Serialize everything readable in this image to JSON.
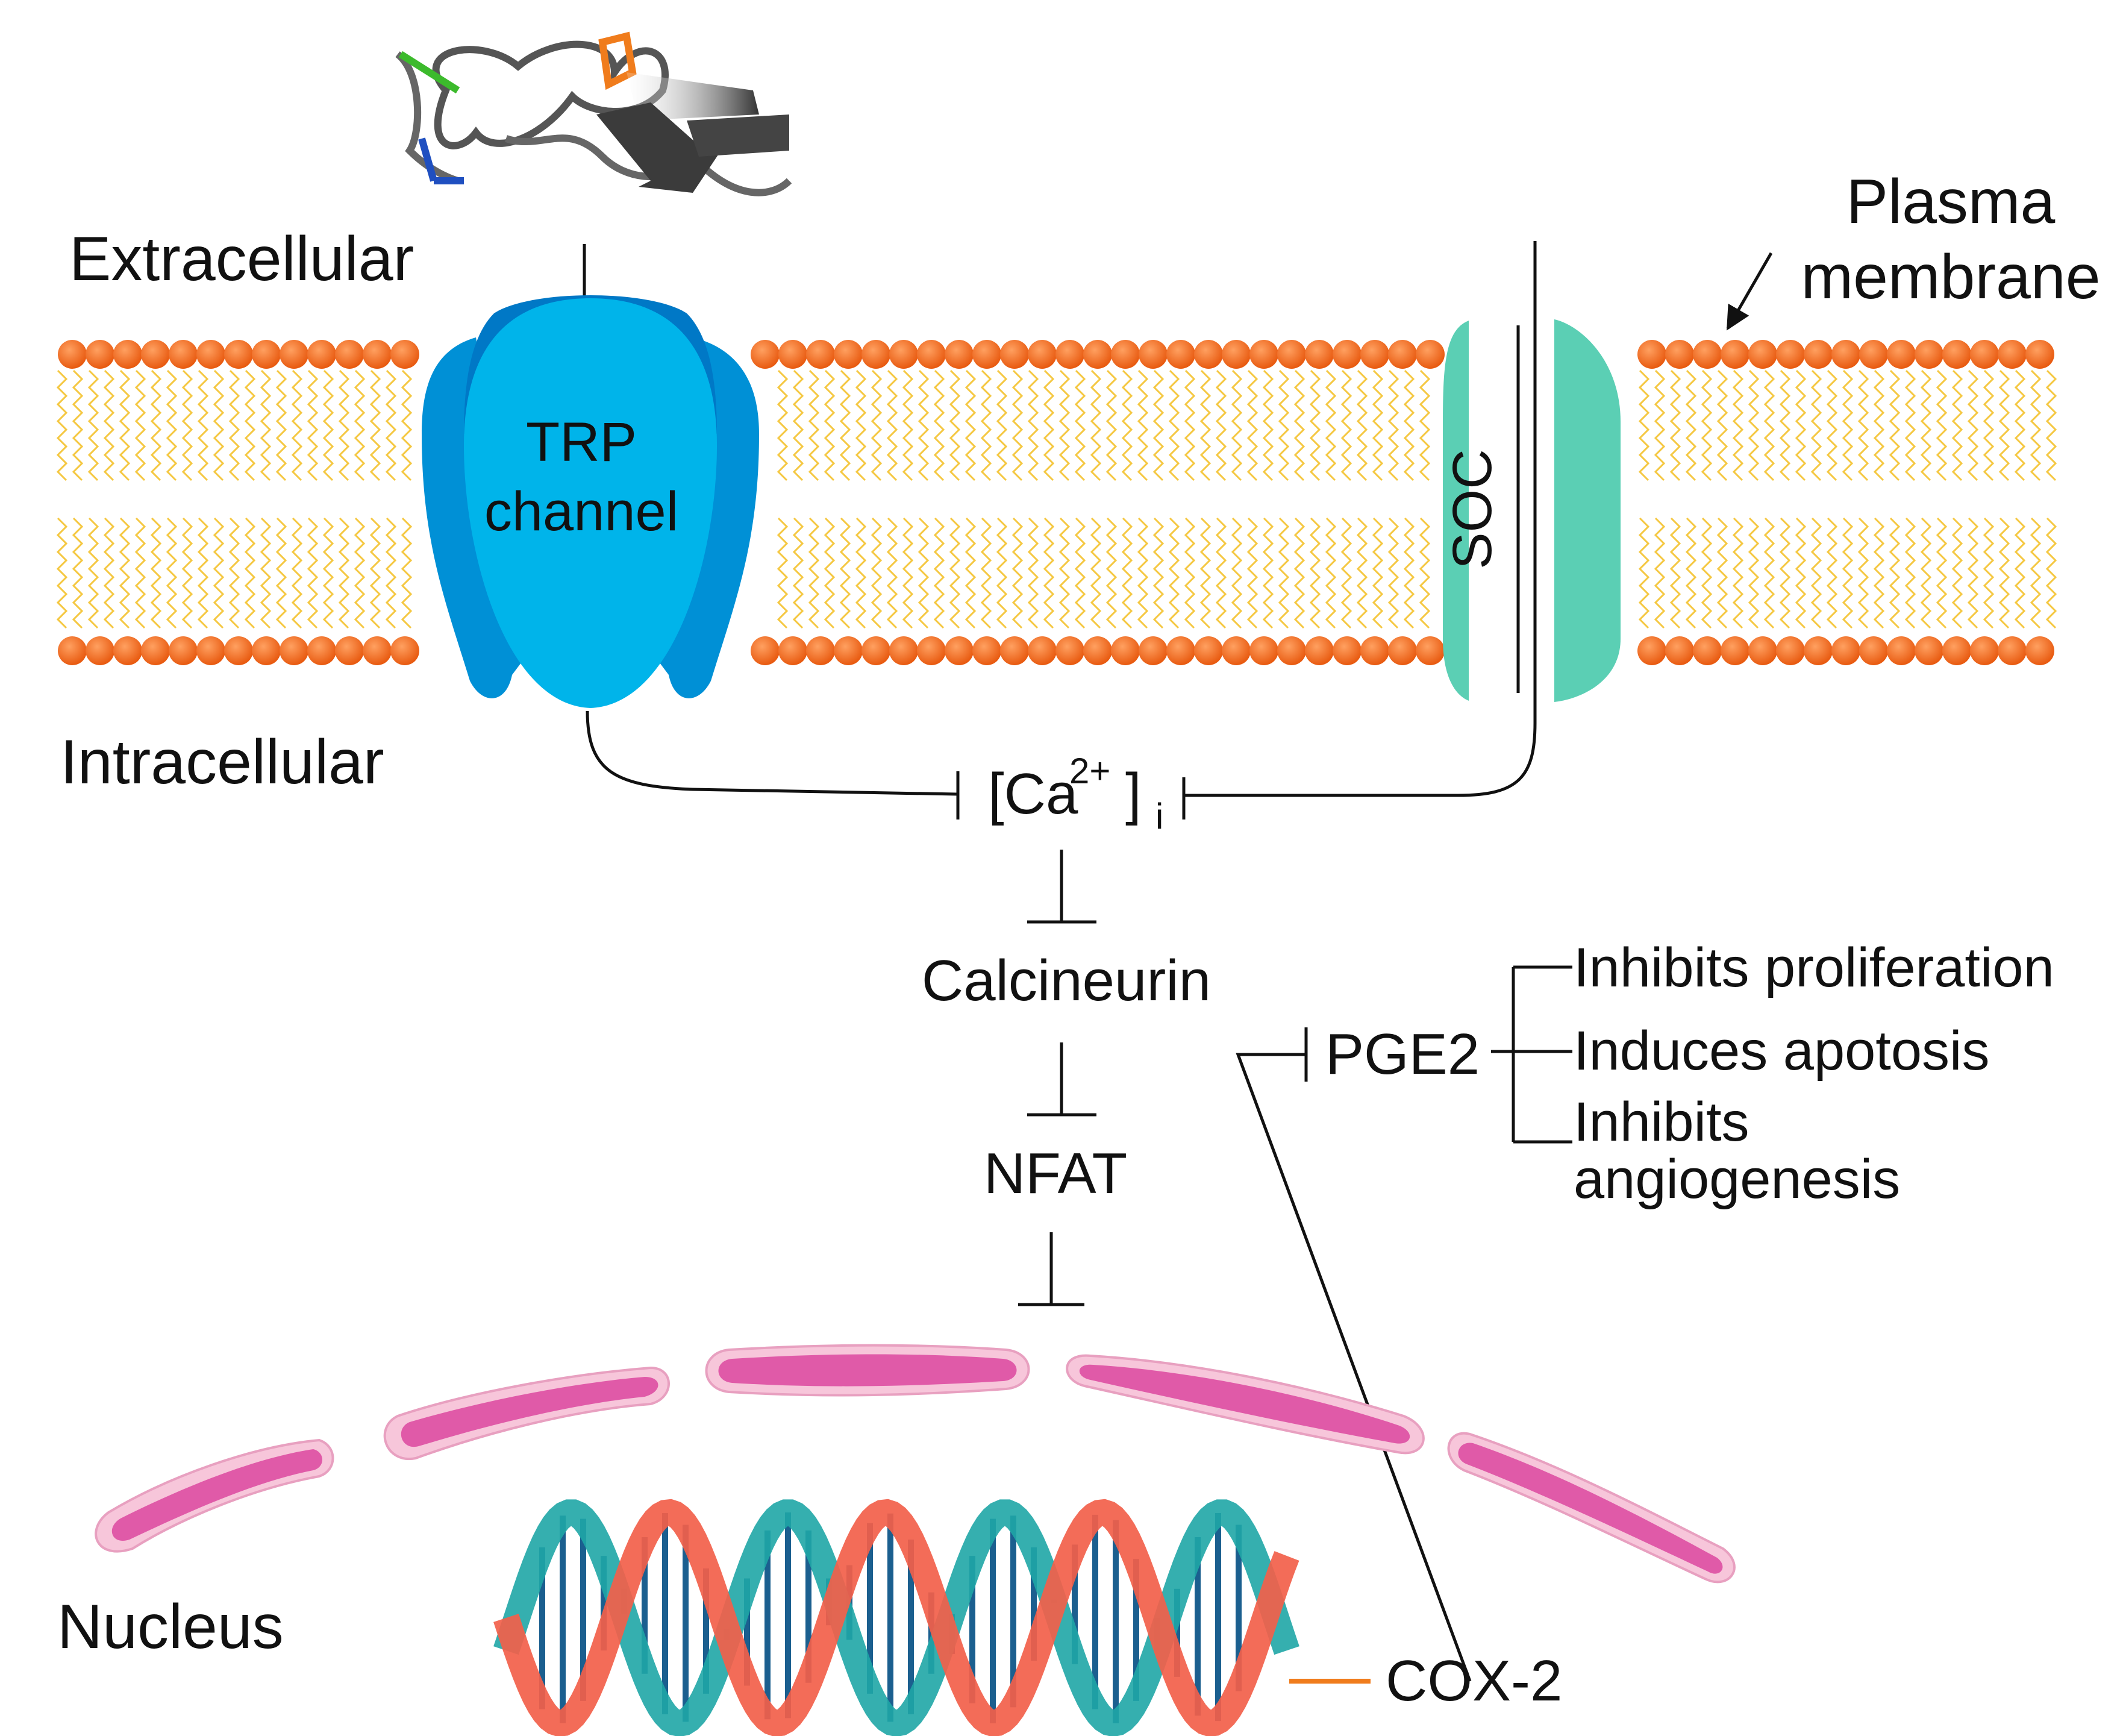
{
  "labels": {
    "extracellular": "Extracellular",
    "intracellular": "Intracellular",
    "nucleus": "Nucleus",
    "plasma_membrane_line1": "Plasma",
    "plasma_membrane_line2": "membrane",
    "trp_line1": "TRP",
    "trp_line2": "channel",
    "soc": "SOC",
    "ca_open": "[Ca",
    "ca_sup": "2+",
    "ca_close": "]",
    "ca_sub": "i",
    "calcineurin": "Calcineurin",
    "nfat": "NFAT",
    "pge2": "PGE2",
    "effect_1": "Inhibits proliferation",
    "effect_2": "Induces apotosis",
    "effect_3_line1": "Inhibits",
    "effect_3_line2": "angiogenesis",
    "cox2": "COX-2"
  },
  "colors": {
    "lipid_head": "#f26a1b",
    "lipid_tail": "#f5c842",
    "trp_dark": "#0090d6",
    "trp_light": "#00b4ea",
    "soc": "#5bcfb4",
    "nuclear_envelope_outer": "#f7c6da",
    "nuclear_envelope_inner": "#e05aa8",
    "dna_red": "#f2604a",
    "dna_teal": "#1fa6a6",
    "dna_rung": "#1b5f8f",
    "cox2_line": "#f07c1c",
    "peptide": "#555555"
  },
  "icons": {
    "peptide": "peptide-structure-icon",
    "dna": "dna-double-helix-icon"
  }
}
